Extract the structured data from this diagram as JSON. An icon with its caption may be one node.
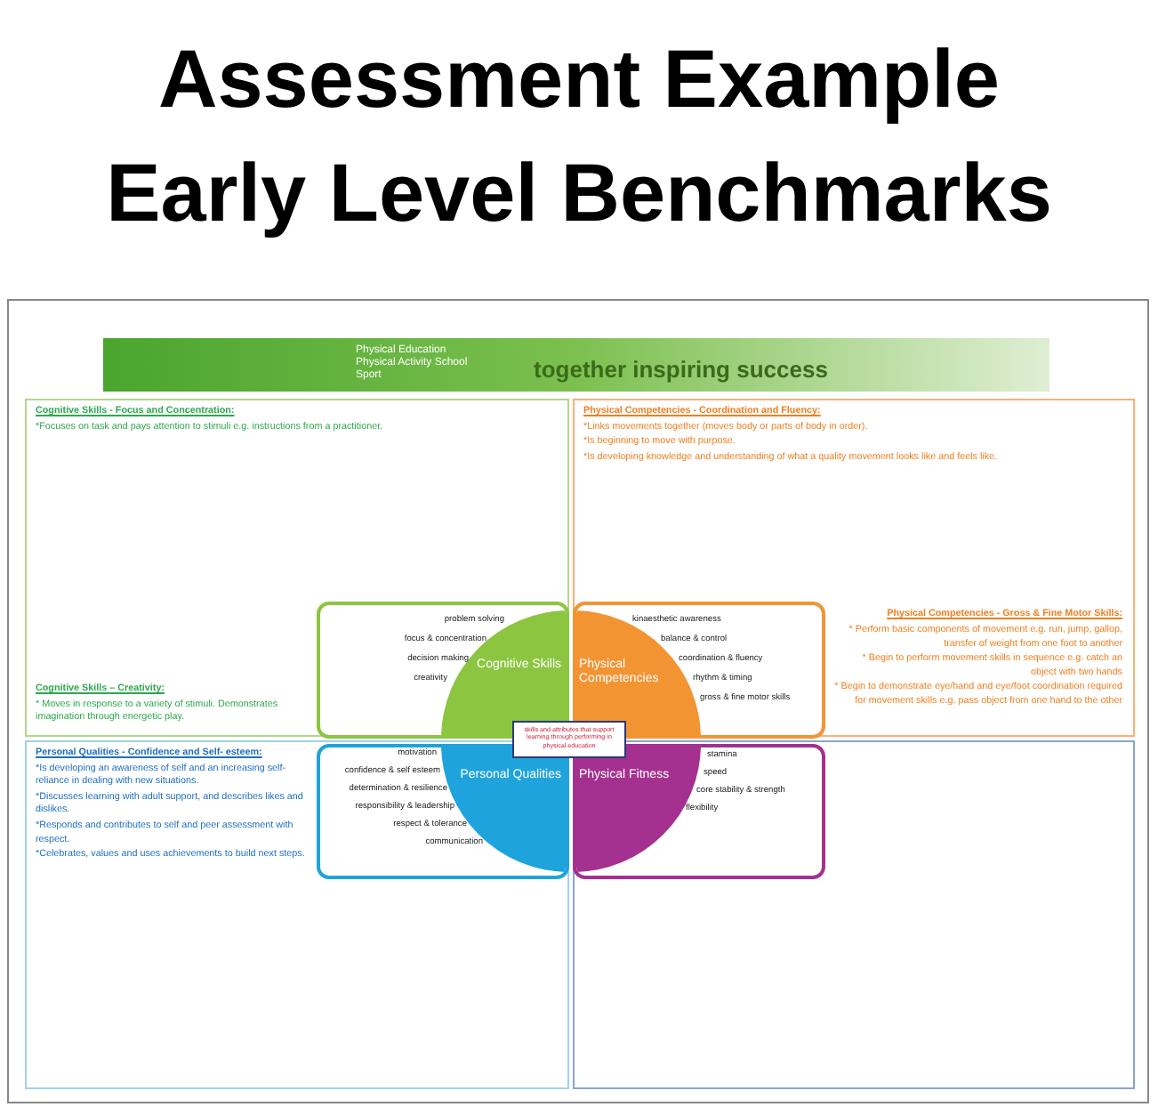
{
  "diagram": {
    "title": "Assessment Example Early Level Benchmarks",
    "nodes": [
      {
        "text": [
          "Cognitive Skills - Focus and Concentration:",
          "*Focuses on task and pays attention to stimuli e.g. instructions from a practitioner.",
          "Cognitive Skills – Creativity:",
          "* Moves in response to a variety of stimuli. Demonstrates imagination through energetic play."
        ]
      },
      {
        "text": [
          "Physical Competencies - Coordination and Fluency:",
          "*Links movements together (moves body or parts of body in order).",
          "*Is beginning to move with purpose.",
          "*Is developing knowledge and understanding of what a quality movement looks like and feels like.",
          "Physical Competencies - Gross & Fine Motor Skills:",
          "* Perform basic components of movement e.g. run, jump, gallop, transfer of weight from one foot to another",
          "* Begin to perform movement skills in sequence e.g. catch an object with two hands",
          "* Begin to demonstrate eye/hand and eye/foot coordination required for movement skills e.g. pass object from one hand to the other"
        ]
      },
      {
        "text": [
          "Personal Qualities - Confidence and Self- esteem:",
          "*Is developing an awareness of self and an increasing self-reliance in dealing with new situations.",
          "*Discusses learning with adult support, and describes likes and dislikes.",
          "*Responds and contributes to self and peer assessment with respect.",
          "*Celebrates, values and uses achievements to build next steps."
        ]
      },
      {
        "text": [],
        "shape": "box"
      },
      {
        "text": [
          "Cognitive Skills",
          "problem solving",
          "focus & concentration",
          "decision making",
          "creativity"
        ],
        "in": 0
      },
      {
        "text": [
          "Physical Competencies",
          "kinaesthetic awareness",
          "balance & control",
          "coordination & fluency",
          "rhythm & timing",
          "gross & fine motor skills"
        ],
        "in": 1
      },
      {
        "text": [
          "Personal Qualities",
          "motivation",
          "confidence & self esteem",
          "determination & resilience",
          "responsibility & leadership",
          "respect & tolerance",
          "communication"
        ],
        "in": 2
      },
      {
        "text": [
          "Physical Fitness",
          "stamina",
          "speed",
          "core stability & strength",
          "flexibility"
        ],
        "in": 3
      },
      {
        "text": [
          "skills and attributes that support learning through performing in physical education"
        ]
      }
    ],
    "labels": [
      "Physical Education Physical Activity School Sport",
      "together inspiring success"
    ]
  }
}
